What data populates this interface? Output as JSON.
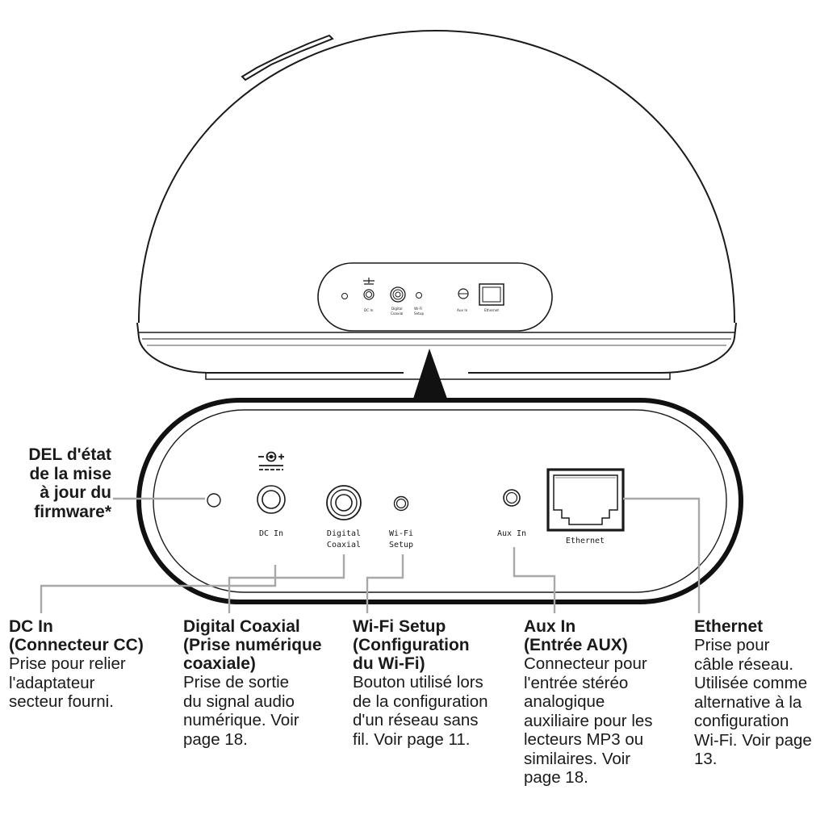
{
  "device": {
    "dc_symbol": "-◐+",
    "ports": [
      {
        "id": "dc-in",
        "label": "DC In"
      },
      {
        "id": "digital-coaxial",
        "label": "Digital\nCoaxial"
      },
      {
        "id": "wifi-setup",
        "label": "Wi-Fi\nSetup"
      },
      {
        "id": "aux-in",
        "label": "Aux In"
      },
      {
        "id": "ethernet",
        "label": "Ethernet"
      }
    ],
    "mini_labels": {
      "dc": "DC In",
      "coax_1": "Digital",
      "coax_2": "Coaxial",
      "wifi_1": "Wi-Fi",
      "wifi_2": "Setup",
      "aux": "Aux In",
      "eth": "Ethernet"
    }
  },
  "callouts": {
    "led": "DEL d'état\nde la mise\nà jour du\nfirmware*",
    "dc_in": {
      "title": "DC In\n(Connecteur CC)",
      "desc": "Prise pour relier\nl'adaptateur\nsecteur fourni."
    },
    "digital_coaxial": {
      "title": "Digital Coaxial\n(Prise numérique\ncoaxiale)",
      "desc": "Prise de sortie\ndu signal audio\nnumérique. Voir\npage 18."
    },
    "wifi_setup": {
      "title": "Wi-Fi Setup\n(Configuration\ndu Wi-Fi)",
      "desc": "Bouton utilisé lors\nde la configuration\nd'un réseau sans\nfil. Voir page 11."
    },
    "aux_in": {
      "title": "Aux In\n(Entrée AUX)",
      "desc": "Connecteur pour\nl'entrée stéréo\nanalogique\nauxiliaire pour les\nlecteurs MP3 ou\nsimilaires. Voir\npage 18."
    },
    "ethernet": {
      "title": "Ethernet",
      "desc": "Prise pour\ncâble réseau.\nUtilisée comme\nalternative à la\nconfiguration\nWi-Fi. Voir page\n13."
    }
  }
}
